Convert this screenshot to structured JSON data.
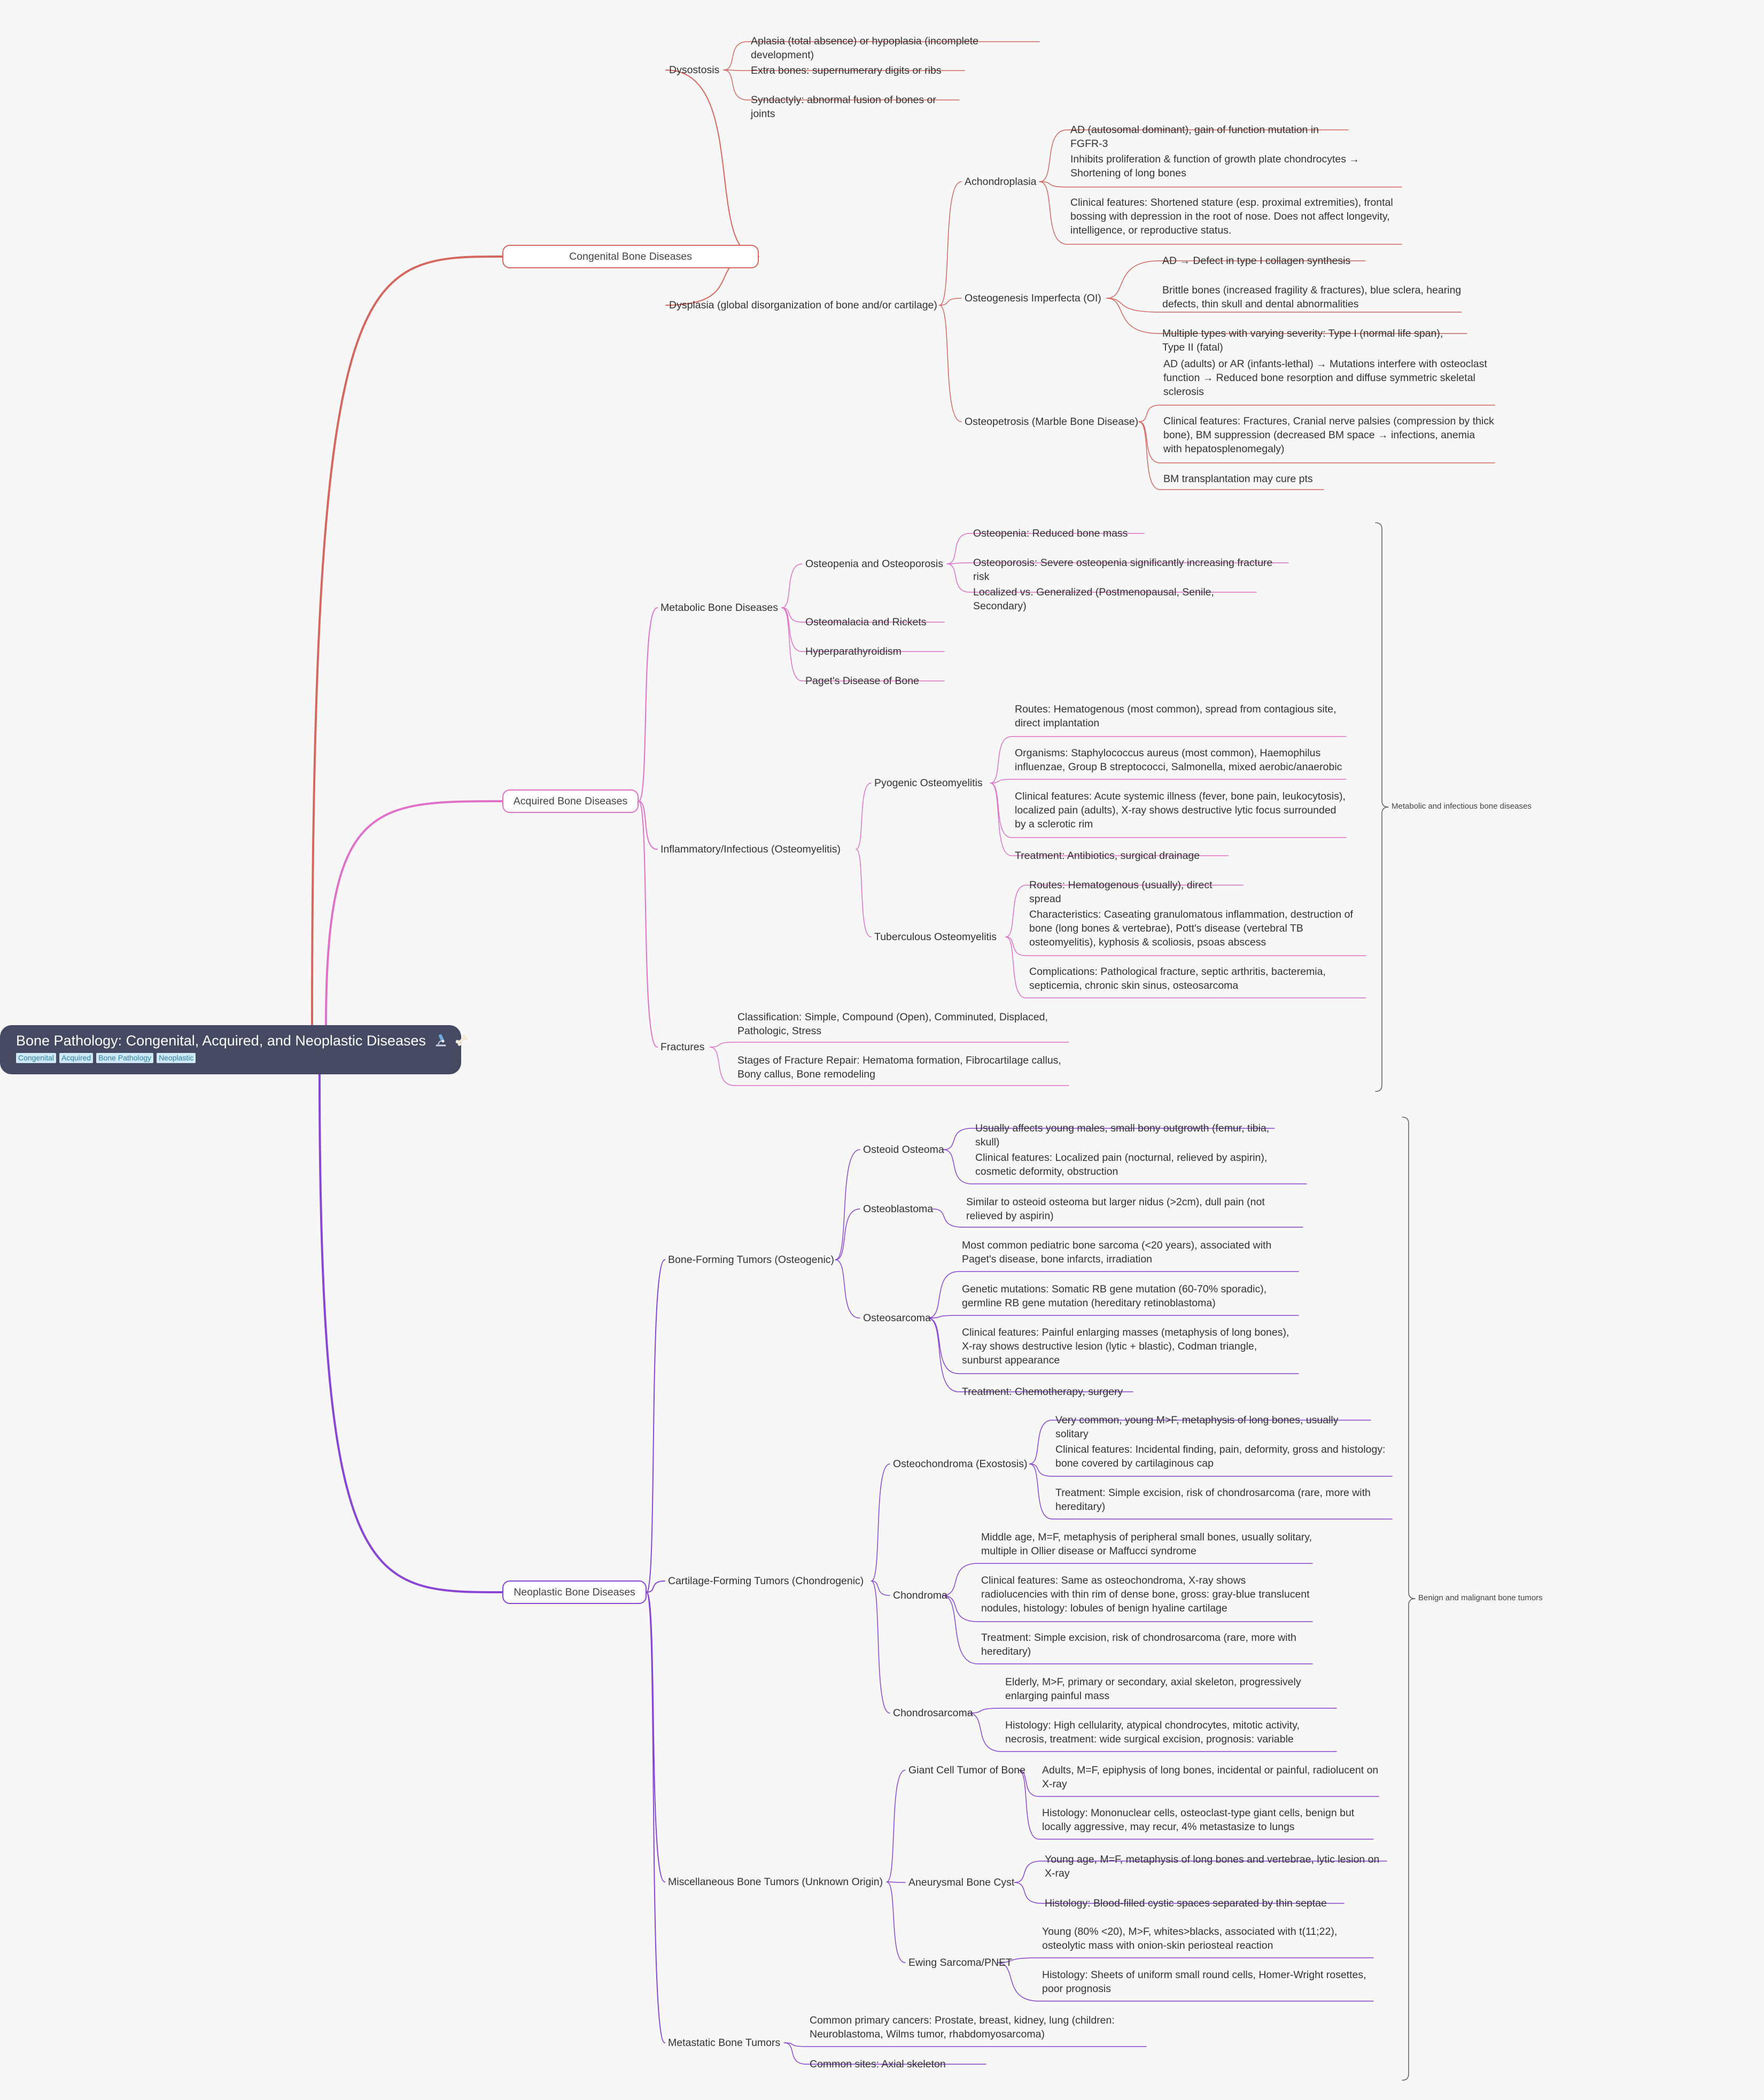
{
  "root": {
    "title": "Bone Pathology: Congenital, Acquired, and Neoplastic Diseases",
    "icons": [
      "microscope-icon",
      "bone-icon"
    ],
    "tags": [
      "Congenital",
      "Acquired",
      "Bone Pathology",
      "Neoplastic"
    ]
  },
  "colors": {
    "congenital": "#d5675f",
    "acquired": "#e070c9",
    "neoplastic": "#8a44d6",
    "root_bg": "#454a62",
    "background": "#f7f7f7"
  },
  "summaries": [
    {
      "label": "Metabolic and infectious bone diseases"
    },
    {
      "label": "Benign and malignant bone tumors"
    }
  ],
  "branches": [
    {
      "label": "Congenital Bone Diseases",
      "children": [
        {
          "label": "Dysostosis",
          "children": [
            {
              "label": "Aplasia (total absence) or hypoplasia (incomplete development)"
            },
            {
              "label": "Extra bones: supernumerary digits or ribs"
            },
            {
              "label": "Syndactyly: abnormal fusion of bones or joints"
            }
          ]
        },
        {
          "label": "Dysplasia (global disorganization of bone and/or cartilage)",
          "children": [
            {
              "label": "Achondroplasia",
              "children": [
                {
                  "label": "AD (autosomal dominant), gain of function mutation in FGFR-3"
                },
                {
                  "label": "Inhibits proliferation & function of growth plate chondrocytes → Shortening of long bones"
                },
                {
                  "label": "Clinical features: Shortened stature (esp. proximal extremities), frontal bossing with depression in the root of nose. Does not affect longevity, intelligence, or reproductive status."
                }
              ]
            },
            {
              "label": "Osteogenesis Imperfecta (OI)",
              "children": [
                {
                  "label": "AD → Defect in type I collagen synthesis"
                },
                {
                  "label": "Brittle bones (increased fragility & fractures), blue sclera, hearing defects, thin skull and dental abnormalities"
                },
                {
                  "label": "Multiple types with varying severity: Type I (normal life span), Type II (fatal)"
                }
              ]
            },
            {
              "label": "Osteopetrosis (Marble Bone Disease)",
              "children": [
                {
                  "label": "AD (adults) or AR (infants-lethal) → Mutations interfere with osteoclast function → Reduced bone resorption and diffuse symmetric skeletal sclerosis"
                },
                {
                  "label": "Clinical features: Fractures, Cranial nerve palsies (compression by thick bone), BM suppression (decreased BM space → infections, anemia with hepatosplenomegaly)"
                },
                {
                  "label": "BM transplantation may cure pts"
                }
              ]
            }
          ]
        }
      ]
    },
    {
      "label": "Acquired Bone Diseases",
      "children": [
        {
          "label": "Metabolic Bone Diseases",
          "children": [
            {
              "label": "Osteopenia and Osteoporosis",
              "children": [
                {
                  "label": "Osteopenia: Reduced bone mass"
                },
                {
                  "label": "Osteoporosis: Severe osteopenia significantly increasing fracture risk"
                },
                {
                  "label": "Localized vs. Generalized (Postmenopausal, Senile, Secondary)"
                }
              ]
            },
            {
              "label": "Osteomalacia and Rickets"
            },
            {
              "label": "Hyperparathyroidism"
            },
            {
              "label": "Paget's Disease of Bone"
            }
          ]
        },
        {
          "label": "Inflammatory/Infectious (Osteomyelitis)",
          "children": [
            {
              "label": "Pyogenic Osteomyelitis",
              "children": [
                {
                  "label": "Routes: Hematogenous (most common), spread from contagious site, direct implantation"
                },
                {
                  "label": "Organisms: Staphylococcus aureus (most common), Haemophilus influenzae, Group B streptococci, Salmonella, mixed aerobic/anaerobic"
                },
                {
                  "label": "Clinical features: Acute systemic illness (fever, bone pain, leukocytosis), localized pain (adults), X-ray shows destructive lytic focus surrounded by a sclerotic rim"
                },
                {
                  "label": "Treatment: Antibiotics, surgical drainage"
                }
              ]
            },
            {
              "label": "Tuberculous Osteomyelitis",
              "children": [
                {
                  "label": "Routes: Hematogenous (usually), direct spread"
                },
                {
                  "label": "Characteristics: Caseating granulomatous inflammation, destruction of bone (long bones & vertebrae), Pott's disease (vertebral TB osteomyelitis), kyphosis & scoliosis, psoas abscess"
                },
                {
                  "label": "Complications: Pathological fracture, septic arthritis, bacteremia, septicemia, chronic skin sinus, osteosarcoma"
                }
              ]
            }
          ]
        },
        {
          "label": "Fractures",
          "children": [
            {
              "label": "Classification: Simple, Compound (Open), Comminuted, Displaced, Pathologic, Stress"
            },
            {
              "label": "Stages of Fracture Repair: Hematoma formation, Fibrocartilage callus, Bony callus, Bone remodeling"
            }
          ]
        }
      ]
    },
    {
      "label": "Neoplastic Bone Diseases",
      "children": [
        {
          "label": "Bone-Forming Tumors (Osteogenic)",
          "children": [
            {
              "label": "Osteoid Osteoma",
              "children": [
                {
                  "label": "Usually affects young males, small bony outgrowth (femur, tibia, skull)"
                },
                {
                  "label": "Clinical features: Localized pain (nocturnal, relieved by aspirin), cosmetic deformity, obstruction"
                }
              ]
            },
            {
              "label": "Osteoblastoma",
              "children": [
                {
                  "label": "Similar to osteoid osteoma but larger nidus (>2cm), dull pain (not relieved by aspirin)"
                }
              ]
            },
            {
              "label": "Osteosarcoma",
              "children": [
                {
                  "label": "Most common pediatric bone sarcoma (<20 years), associated with Paget's disease, bone infarcts, irradiation"
                },
                {
                  "label": "Genetic mutations: Somatic RB gene mutation (60-70% sporadic), germline RB gene mutation (hereditary retinoblastoma)"
                },
                {
                  "label": "Clinical features: Painful enlarging masses (metaphysis of long bones), X-ray shows destructive lesion (lytic + blastic), Codman triangle, sunburst appearance"
                },
                {
                  "label": "Treatment: Chemotherapy, surgery"
                }
              ]
            }
          ]
        },
        {
          "label": "Cartilage-Forming Tumors (Chondrogenic)",
          "children": [
            {
              "label": "Osteochondroma (Exostosis)",
              "children": [
                {
                  "label": "Very common, young M>F, metaphysis of long bones, usually solitary"
                },
                {
                  "label": "Clinical features: Incidental finding, pain, deformity, gross and histology: bone covered by cartilaginous cap"
                },
                {
                  "label": "Treatment: Simple excision, risk of chondrosarcoma (rare, more with hereditary)"
                }
              ]
            },
            {
              "label": "Chondroma",
              "children": [
                {
                  "label": "Middle age, M=F, metaphysis of peripheral small bones, usually solitary, multiple in Ollier disease or Maffucci syndrome"
                },
                {
                  "label": "Clinical features: Same as osteochondroma, X-ray shows radiolucencies with thin rim of dense bone, gross: gray-blue translucent nodules, histology: lobules of benign hyaline cartilage"
                },
                {
                  "label": "Treatment: Simple excision, risk of chondrosarcoma (rare, more with hereditary)"
                }
              ]
            },
            {
              "label": "Chondrosarcoma",
              "children": [
                {
                  "label": "Elderly, M>F, primary or secondary, axial skeleton, progressively enlarging painful mass"
                },
                {
                  "label": "Histology: High cellularity, atypical chondrocytes, mitotic activity, necrosis, treatment: wide surgical excision, prognosis: variable"
                }
              ]
            }
          ]
        },
        {
          "label": "Miscellaneous Bone Tumors (Unknown Origin)",
          "children": [
            {
              "label": "Giant Cell Tumor of Bone",
              "children": [
                {
                  "label": "Adults, M=F, epiphysis of long bones, incidental or painful, radiolucent on X-ray"
                },
                {
                  "label": "Histology: Mononuclear cells, osteoclast-type giant cells, benign but locally aggressive, may recur, 4% metastasize to lungs"
                }
              ]
            },
            {
              "label": "Aneurysmal Bone Cyst",
              "children": [
                {
                  "label": "Young age, M=F, metaphysis of long bones and vertebrae, lytic lesion on X-ray"
                },
                {
                  "label": "Histology: Blood-filled cystic spaces separated by thin septae"
                }
              ]
            },
            {
              "label": "Ewing Sarcoma/PNET",
              "children": [
                {
                  "label": "Young (80% <20), M>F, whites>blacks, associated with t(11;22), osteolytic mass with onion-skin periosteal reaction"
                },
                {
                  "label": "Histology: Sheets of uniform small round cells, Homer-Wright rosettes, poor prognosis"
                }
              ]
            }
          ]
        },
        {
          "label": "Metastatic Bone Tumors",
          "children": [
            {
              "label": "Common primary cancers: Prostate, breast, kidney, lung (children: Neuroblastoma, Wilms tumor, rhabdomyosarcoma)"
            },
            {
              "label": "Common sites: Axial skeleton"
            }
          ]
        }
      ]
    }
  ]
}
